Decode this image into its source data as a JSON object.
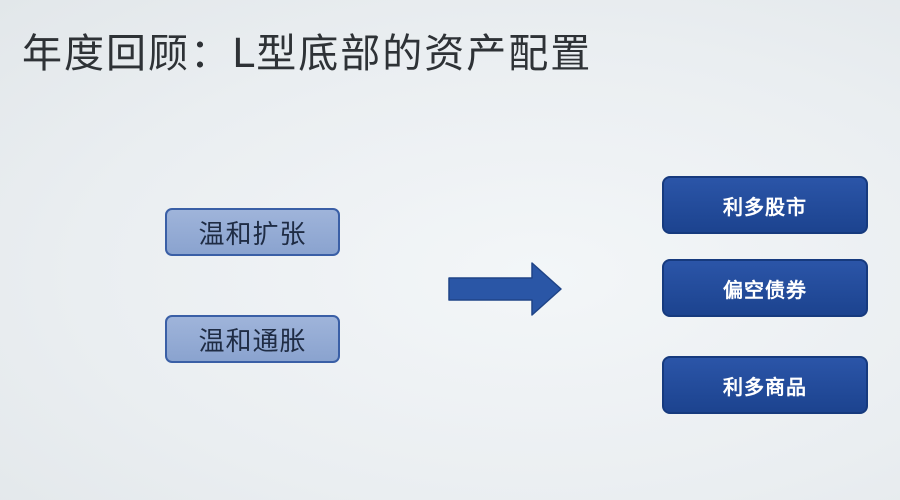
{
  "title": "年度回顾：L型底部的资产配置",
  "conditions": [
    {
      "label": "温和扩张"
    },
    {
      "label": "温和通胀"
    }
  ],
  "arrow": {
    "icon": "right-arrow-icon",
    "color": "#2a56a6"
  },
  "allocations": [
    {
      "label": "利多股市"
    },
    {
      "label": "偏空债券"
    },
    {
      "label": "利多商品"
    }
  ],
  "colors": {
    "left_box_fill": "#9fb4da",
    "left_box_border": "#3a5fa6",
    "right_box_fill": "#2250a3",
    "title_text": "#2e3236"
  }
}
